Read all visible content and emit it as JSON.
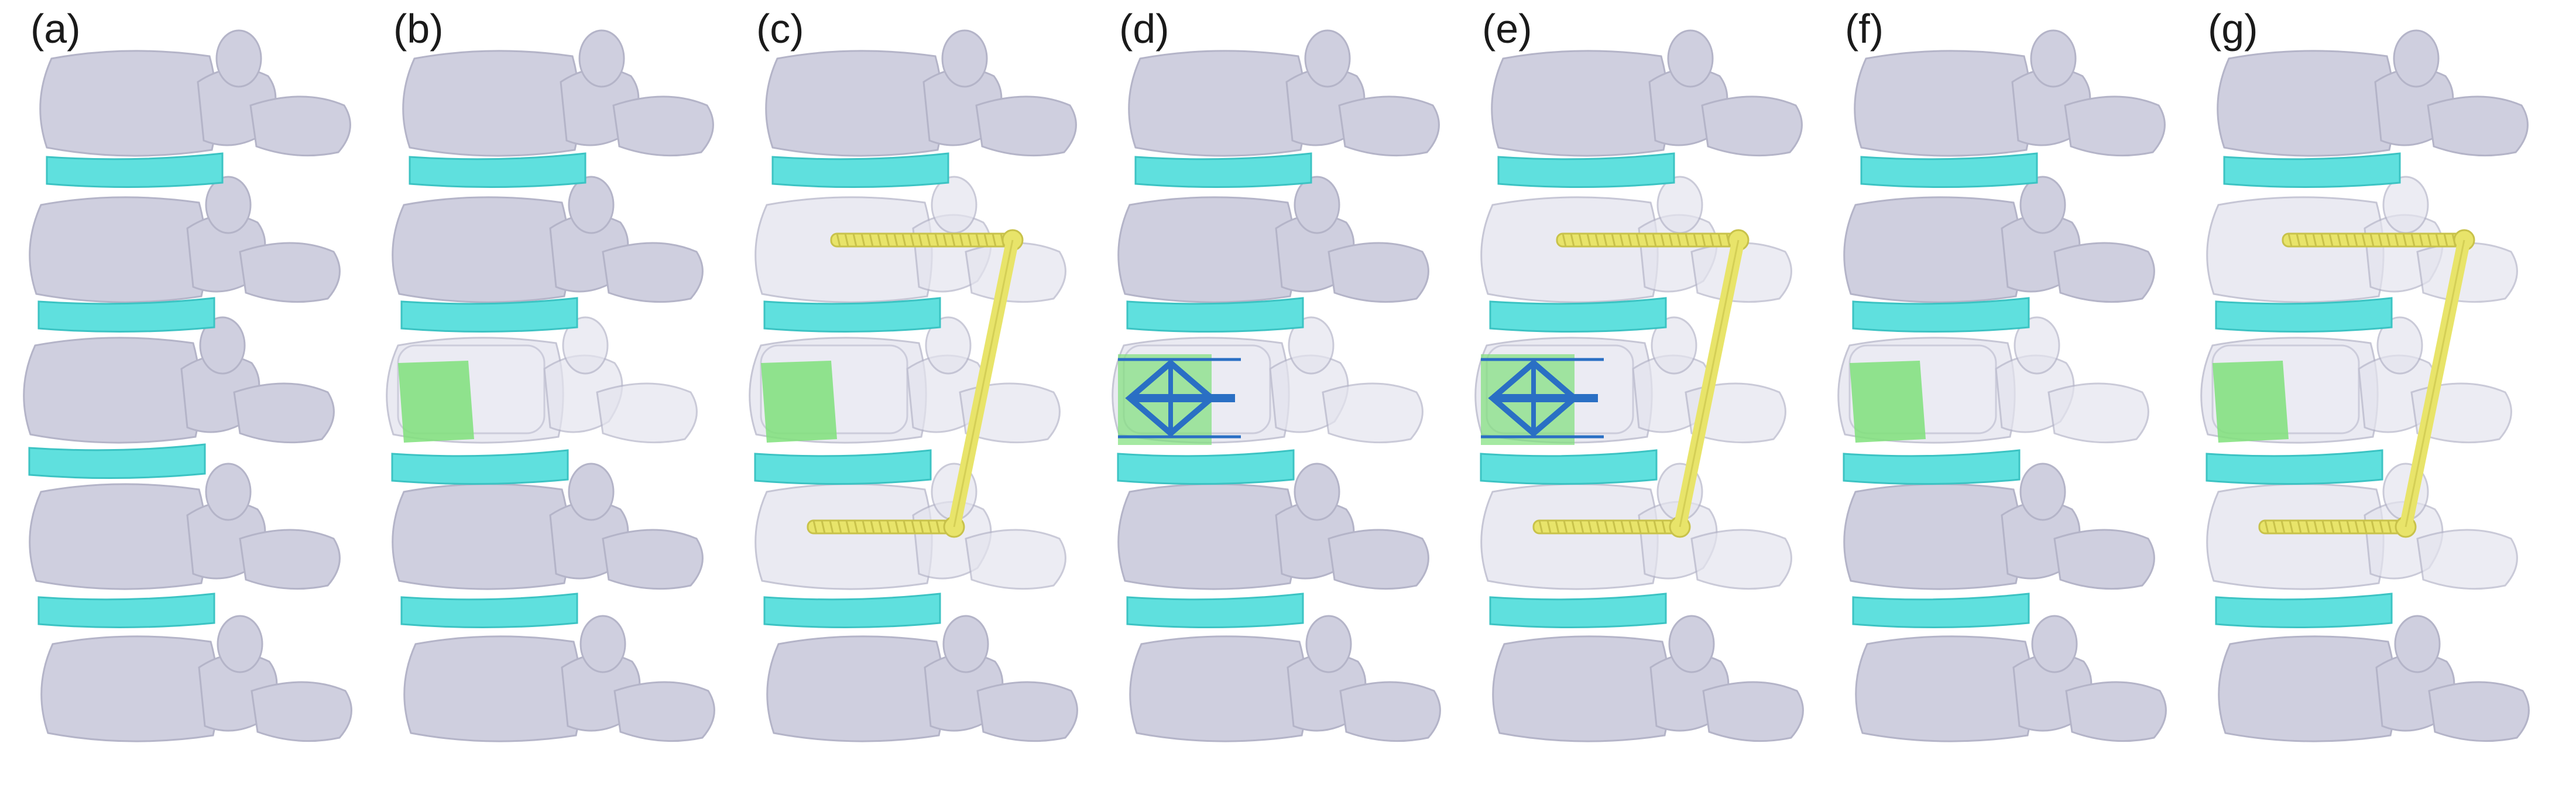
{
  "panels": [
    {
      "label": "(a)",
      "intact": true,
      "cage": false,
      "expandable_cage": false,
      "screws": false
    },
    {
      "label": "(b)",
      "intact": false,
      "cage": true,
      "expandable_cage": false,
      "screws": false
    },
    {
      "label": "(c)",
      "intact": false,
      "cage": true,
      "expandable_cage": false,
      "screws": true
    },
    {
      "label": "(d)",
      "intact": false,
      "cage": true,
      "expandable_cage": true,
      "screws": false
    },
    {
      "label": "(e)",
      "intact": false,
      "cage": true,
      "expandable_cage": true,
      "screws": true
    },
    {
      "label": "(f)",
      "intact": false,
      "cage": true,
      "expandable_cage": false,
      "screws": false
    },
    {
      "label": "(g)",
      "intact": false,
      "cage": true,
      "expandable_cage": false,
      "screws": true
    }
  ],
  "colors": {
    "bone": "#cfcfdf",
    "bone_shadow": "#b4b4c8",
    "disc": "#5fe0de",
    "disc_dark": "#3cc3c3",
    "cage": "#7fe07a",
    "expandable_cage": "#2a6fc4",
    "screw": "#e8e46a",
    "screw_dark": "#c8c24a",
    "ghost": "#e4e4ee"
  }
}
